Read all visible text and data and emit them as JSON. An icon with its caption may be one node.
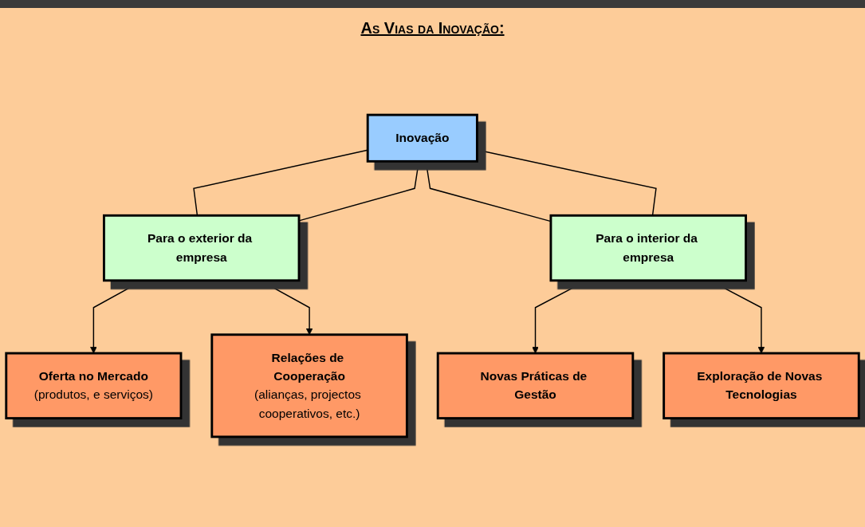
{
  "diagram": {
    "title": "As Vias da Inovação:",
    "nodes": [
      {
        "text": [
          "Inovação"
        ]
      },
      {
        "text": [
          "Para o exterior da empresa"
        ]
      },
      {
        "text": [
          "Para o interior da empresa"
        ]
      },
      {
        "text": [
          "Oferta no Mercado",
          "(produtos, e serviços)"
        ]
      },
      {
        "text": [
          "Relações de Cooperação",
          "(alianças, projectos cooperativos, etc.)"
        ]
      },
      {
        "text": [
          "Novas Práticas de Gestão"
        ]
      },
      {
        "text": [
          "Exploração de Novas Tecnologias"
        ]
      }
    ],
    "edges": [
      {
        "from": 0,
        "to": 1,
        "arrow": "none"
      },
      {
        "from": 0,
        "to": 1,
        "arrow": "none"
      },
      {
        "from": 0,
        "to": 2,
        "arrow": "none"
      },
      {
        "from": 0,
        "to": 2,
        "arrow": "none"
      },
      {
        "from": 1,
        "to": 3,
        "arrow": "to"
      },
      {
        "from": 1,
        "to": 4,
        "arrow": "to"
      },
      {
        "from": 2,
        "to": 5,
        "arrow": "to"
      },
      {
        "from": 2,
        "to": 6,
        "arrow": "to"
      }
    ]
  }
}
